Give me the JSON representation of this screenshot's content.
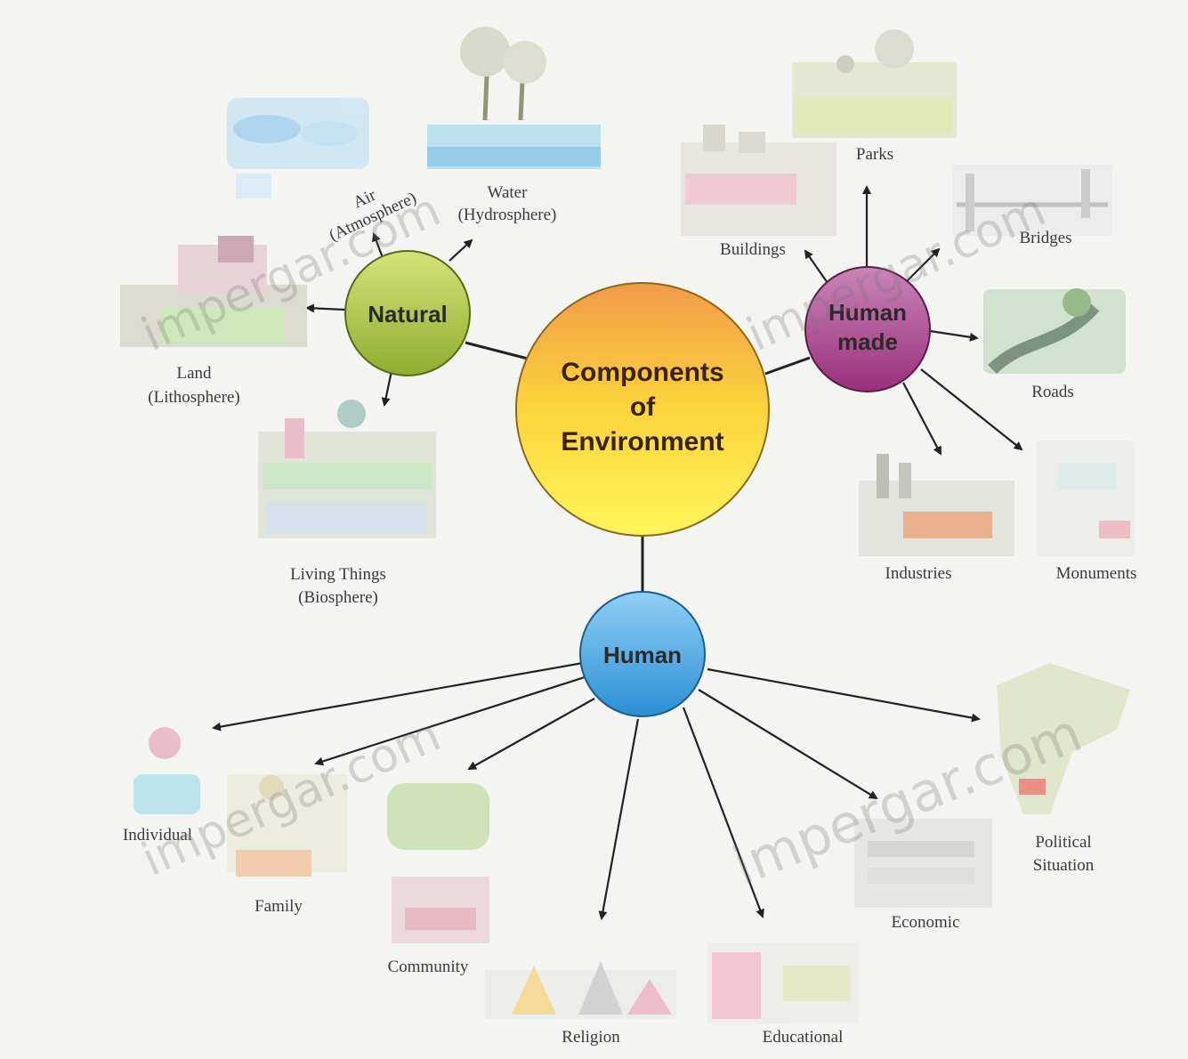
{
  "diagram": {
    "title_lines": [
      "Components",
      "of",
      "Environment"
    ],
    "hubs": {
      "natural": "Natural",
      "human_made": [
        "Human",
        "made"
      ],
      "human": "Human"
    },
    "natural_items": {
      "air": [
        "Air",
        "(Atmosphere)"
      ],
      "water": [
        "Water",
        "(Hydrosphere)"
      ],
      "land": [
        "Land",
        "(Lithosphere)"
      ],
      "living_things": [
        "Living Things",
        "(Biosphere)"
      ]
    },
    "human_made_items": {
      "parks": "Parks",
      "buildings": "Buildings",
      "bridges": "Bridges",
      "roads": "Roads",
      "industries": "Industries",
      "monuments": "Monuments"
    },
    "human_items": {
      "individual": "Individual",
      "family": "Family",
      "community": "Community",
      "religion": "Religion",
      "educational": "Educational",
      "economic": "Economic",
      "political": [
        "Political",
        "Situation"
      ]
    },
    "watermark": "impergar.com",
    "colors": {
      "center_top": "#f4a24a",
      "center_bottom": "#fff24a",
      "natural": "#a9c43c",
      "human_made": "#b2458f",
      "human": "#3fa9e6"
    }
  }
}
